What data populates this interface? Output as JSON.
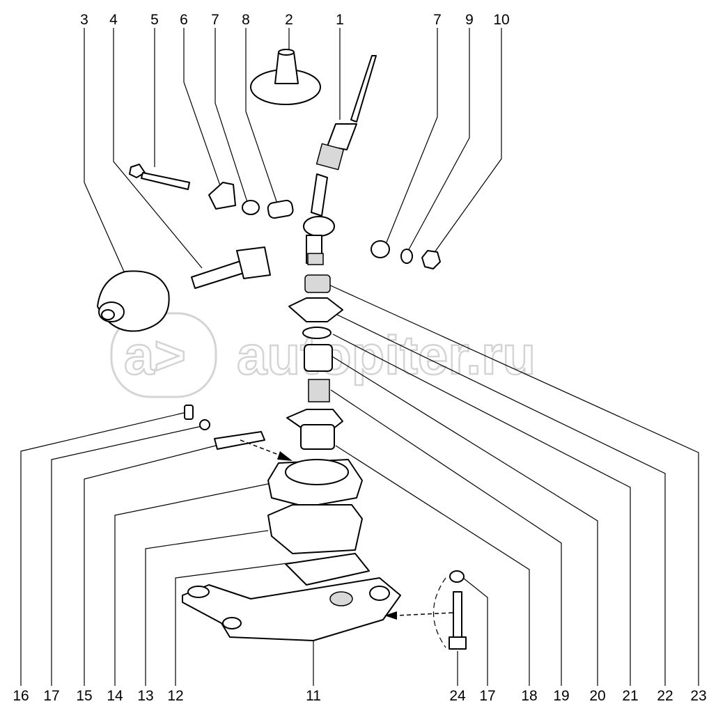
{
  "diagram": {
    "watermark": "autopiter.ru",
    "logo_text": "a>",
    "top_labels": [
      "3",
      "4",
      "5",
      "6",
      "7",
      "8",
      "2",
      "1",
      "7",
      "9",
      "10"
    ],
    "bottom_labels": [
      "16",
      "17",
      "15",
      "14",
      "13",
      "12",
      "11",
      "24",
      "17",
      "18",
      "19",
      "20",
      "21",
      "22",
      "23"
    ]
  }
}
